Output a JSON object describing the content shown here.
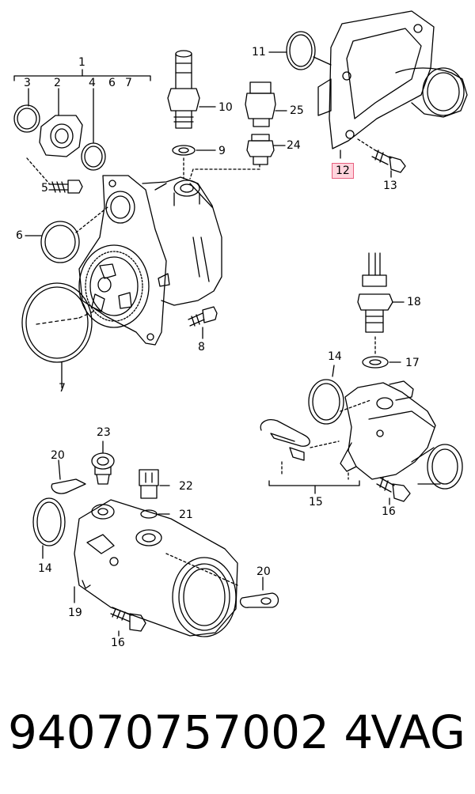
{
  "callouts": {
    "c1": "1",
    "c2": "2",
    "c3": "3",
    "c4": "4",
    "c5": "5",
    "c6a": "6",
    "c6b": "6",
    "c7a": "7",
    "c7b": "7",
    "c8": "8",
    "c9": "9",
    "c10": "10",
    "c11": "11",
    "c12": "12",
    "c13": "13",
    "c14a": "14",
    "c14b": "14",
    "c15": "15",
    "c16a": "16",
    "c16b": "16",
    "c17": "17",
    "c18": "18",
    "c19": "19",
    "c20a": "20",
    "c20b": "20",
    "c21": "21",
    "c22": "22",
    "c23": "23",
    "c24": "24",
    "c25": "25"
  },
  "highlight": {
    "color": "#ffd4dd",
    "border": "#e8607f"
  },
  "footer": {
    "part_number": "94070757002 4",
    "brand": "VAG"
  }
}
